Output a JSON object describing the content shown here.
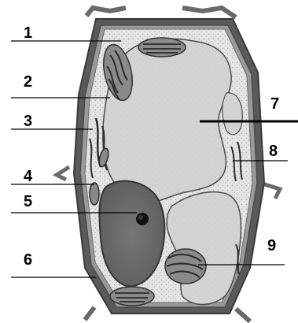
{
  "labels": [
    {
      "id": "1",
      "text": "1"
    },
    {
      "id": "2",
      "text": "2"
    },
    {
      "id": "3",
      "text": "3"
    },
    {
      "id": "4",
      "text": "4"
    },
    {
      "id": "5",
      "text": "5"
    },
    {
      "id": "6",
      "text": "6"
    },
    {
      "id": "7",
      "text": "7"
    },
    {
      "id": "8",
      "text": "8"
    },
    {
      "id": "9",
      "text": "9"
    }
  ],
  "colors": {
    "cell_wall": "#5a5a5a",
    "cytoplasm": "#e8e8e8",
    "vacuole": "#d2d2d2",
    "nucleus": "#6e6e6e",
    "nucleolus": "#111111",
    "organelle": "#7a7a7a",
    "leader_line": "#000000"
  }
}
